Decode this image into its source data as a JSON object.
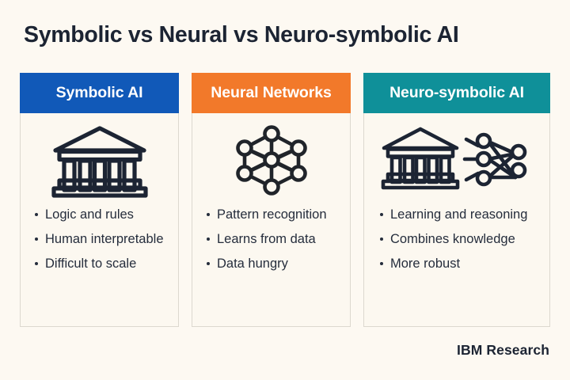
{
  "page": {
    "title": "Symbolic vs Neural vs Neuro-symbolic AI",
    "background_color": "#fdf9f2",
    "footer": "IBM Research"
  },
  "cards": [
    {
      "header": "Symbolic AI",
      "header_color": "#1159b8",
      "icon": "classical-temple-icon",
      "bullets": [
        "Logic and rules",
        "Human interpretable",
        "Difficult to scale"
      ]
    },
    {
      "header": "Neural Networks",
      "header_color": "#f2792a",
      "icon": "neural-network-graph-icon",
      "bullets": [
        "Pattern recognition",
        "Learns from data",
        "Data hungry"
      ]
    },
    {
      "header": "Neuro-symbolic AI",
      "header_color": "#0f9099",
      "icon": "temple-plus-network-icon",
      "bullets": [
        "Learning and reasoning",
        "Combines knowledge",
        "More robust"
      ]
    }
  ]
}
